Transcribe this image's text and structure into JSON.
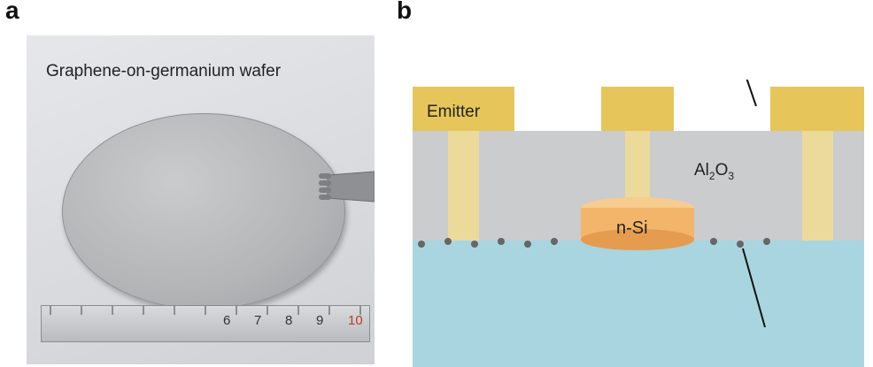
{
  "panel_a": {
    "letter": "a",
    "caption": "Graphene-on-germanium wafer",
    "ruler_numbers": [
      "6",
      "7",
      "8",
      "9",
      "10"
    ]
  },
  "panel_b": {
    "letter": "b",
    "labels": {
      "emitter": "Emitter",
      "oxide": "Al",
      "oxide_sub1": "2",
      "oxide_o": "O",
      "oxide_sub2": "3",
      "nsi": "n-Si"
    }
  },
  "colors": {
    "substrate": "#a9d5e0",
    "oxide": "#c4c6c9",
    "gold": "#e6c65a",
    "nsi": "#f2b56a",
    "ruler_red": "#c0392b"
  }
}
